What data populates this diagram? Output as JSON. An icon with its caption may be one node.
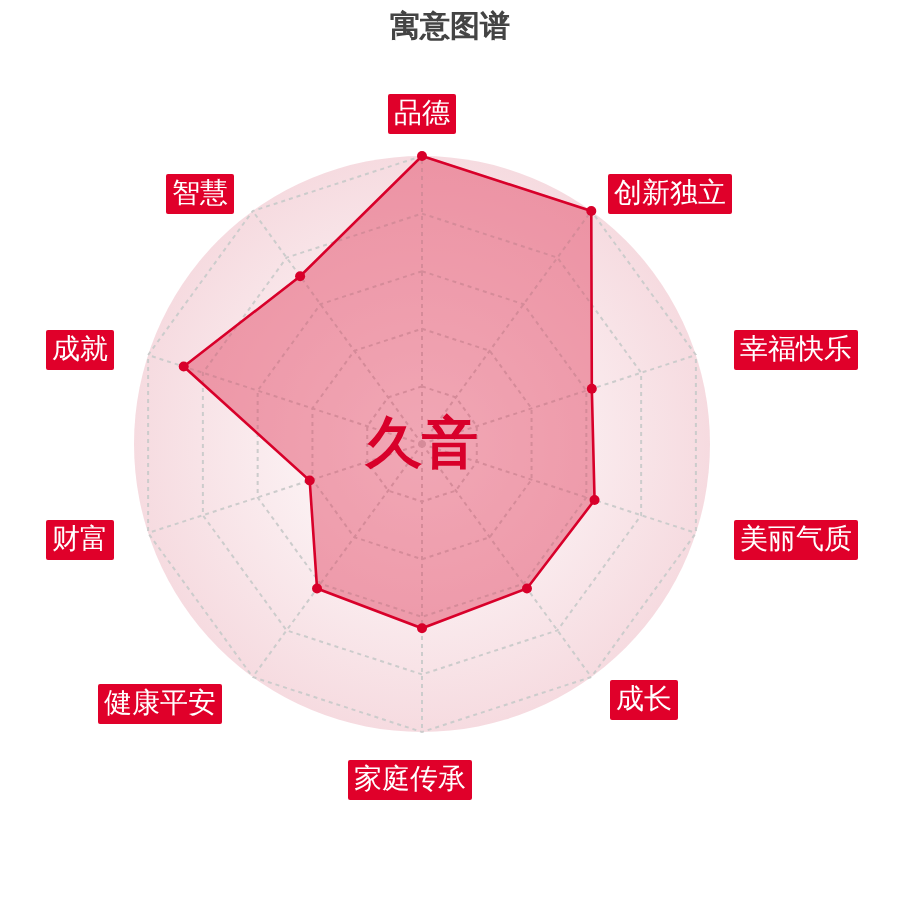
{
  "diagram": {
    "title": "寓意图谱",
    "labels": [
      "品德",
      "智慧",
      "创新独立",
      "成就",
      "幸福快乐",
      "久音",
      "财富",
      "美丽气质",
      "健康平安",
      "成长",
      "家庭传承"
    ]
  }
}
